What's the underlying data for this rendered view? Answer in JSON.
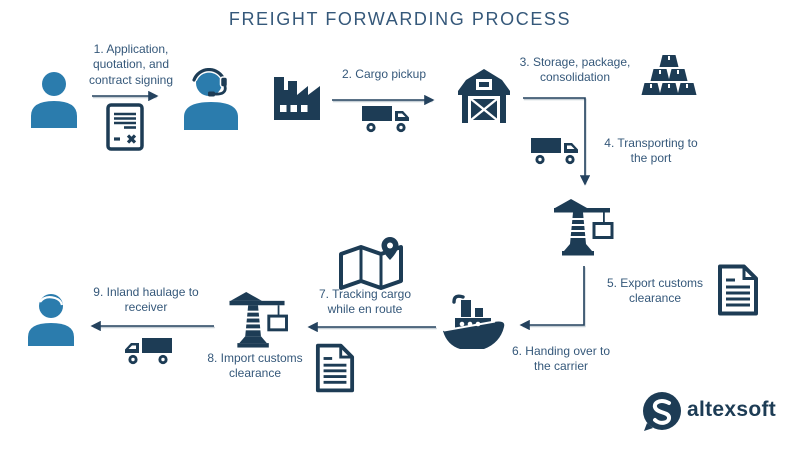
{
  "title": "FREIGHT FORWARDING PROCESS",
  "colors": {
    "navy": "#1d3c55",
    "blue": "#2b7cad",
    "text": "#35587a",
    "arrow": "#24425e"
  },
  "steps": [
    {
      "label": "1. Application, quotation, and contract signing",
      "icons": [
        "customer-person",
        "contract-document",
        "support-agent"
      ]
    },
    {
      "label": "2. Cargo pickup",
      "icons": [
        "factory",
        "truck-right"
      ]
    },
    {
      "label": "3. Storage, package, consolidation",
      "icons": [
        "barn-warehouse",
        "cargo-boxes"
      ]
    },
    {
      "label": "4. Transporting to the port",
      "icons": [
        "truck-right"
      ]
    },
    {
      "label": "5. Export customs clearance",
      "icons": [
        "port-crane",
        "customs-document"
      ]
    },
    {
      "label": "6. Handing over to the carrier",
      "icons": [
        "cargo-ship"
      ]
    },
    {
      "label": "7. Tracking cargo while en route",
      "icons": [
        "map-with-location-pin"
      ]
    },
    {
      "label": "8. Import customs clearance",
      "icons": [
        "port-crane",
        "customs-document"
      ]
    },
    {
      "label": "9. Inland haulage to receiver",
      "icons": [
        "truck-left",
        "receiver-person"
      ]
    }
  ],
  "brand": {
    "name": "altexsoft",
    "logo": "altexsoft-swirl-logo"
  }
}
